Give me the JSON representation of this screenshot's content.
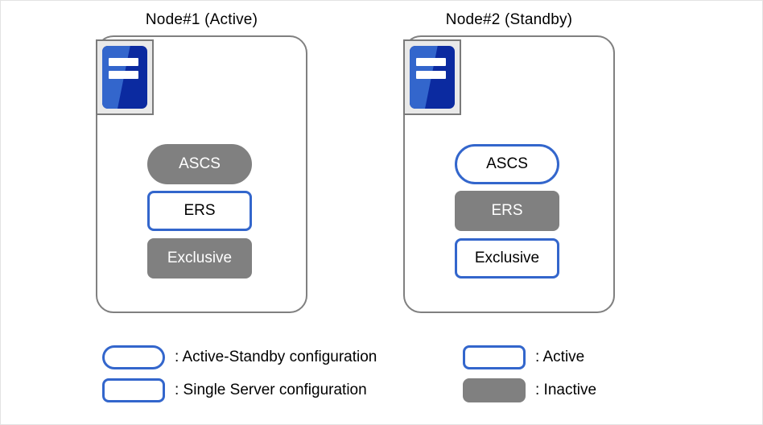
{
  "diagram": {
    "nodes": [
      {
        "title": "Node#1 (Active)",
        "icon": "server-icon",
        "services": [
          {
            "label": "ASCS",
            "shape": "pill",
            "state": "inactive"
          },
          {
            "label": "ERS",
            "shape": "rect",
            "state": "active"
          },
          {
            "label": "Exclusive",
            "shape": "rect",
            "state": "inactive"
          }
        ]
      },
      {
        "title": "Node#2 (Standby)",
        "icon": "server-icon",
        "services": [
          {
            "label": "ASCS",
            "shape": "pill",
            "state": "active"
          },
          {
            "label": "ERS",
            "shape": "rect",
            "state": "inactive"
          },
          {
            "label": "Exclusive",
            "shape": "rect",
            "state": "active"
          }
        ]
      }
    ],
    "legend": {
      "left": [
        {
          "label": ": Active-Standby configuration",
          "shape": "pill",
          "state": "active"
        },
        {
          "label": ": Single Server configuration",
          "shape": "rect",
          "state": "active"
        }
      ],
      "right": [
        {
          "label": ": Active",
          "shape": "rect",
          "state": "active"
        },
        {
          "label": ": Inactive",
          "shape": "rect",
          "state": "inactive"
        }
      ]
    },
    "colors": {
      "accent_blue": "#3366cc",
      "icon_dark_blue": "#0b2aa0",
      "inactive_gray": "#808080",
      "node_border_gray": "#808080",
      "icon_frame_gray": "#7a7a7a",
      "icon_bg_gray": "#e9e9e9",
      "canvas_border": "#e3e3e3",
      "text": "#000000"
    }
  }
}
